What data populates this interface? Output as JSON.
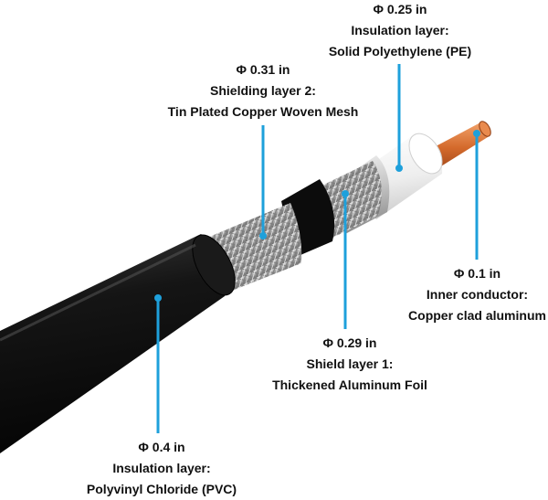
{
  "labels": {
    "pe": {
      "diameter": "Φ 0.25 in",
      "layer": "Insulation layer:",
      "material": "Solid Polyethylene (PE)"
    },
    "shield2": {
      "diameter": "Φ 0.31 in",
      "layer": "Shielding layer 2:",
      "material": "Tin Plated Copper Woven Mesh"
    },
    "conductor": {
      "diameter": "Φ 0.1 in",
      "layer": "Inner conductor:",
      "material": "Copper clad aluminum"
    },
    "shield1": {
      "diameter": "Φ 0.29 in",
      "layer": "Shield layer 1:",
      "material": "Thickened Aluminum Foil"
    },
    "pvc": {
      "diameter": "Φ 0.4 in",
      "layer": "Insulation layer:",
      "material": "Polyvinyl Chloride (PVC)"
    }
  },
  "colors": {
    "leader": "#1ea0db",
    "jacket": "#111111",
    "braid": "#b8b8b8",
    "foil": "#d9d9d9",
    "dielectric": "#f7f7f7",
    "copper": "#d9743a"
  }
}
